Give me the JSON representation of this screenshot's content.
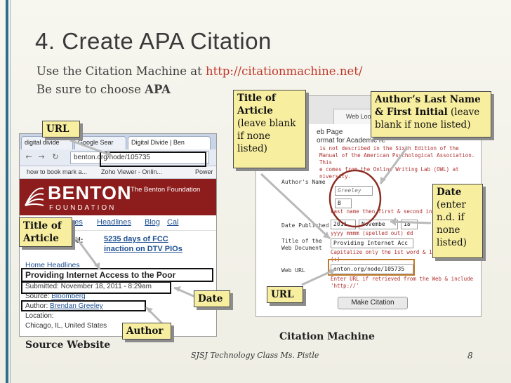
{
  "slide": {
    "title": "4. Create APA Citation",
    "line1_prefix": "Use the Citation Machine at ",
    "line1_url": "http://citationmachine.net/",
    "line2_prefix": "Be sure to choose ",
    "line2_bold": "APA",
    "footer": "SJSJ Technology Class Ms. Pistle",
    "page_number": "8"
  },
  "captions": {
    "source": "Source Website",
    "machine": "Citation Machine"
  },
  "callouts": {
    "url_left": "URL",
    "title_left_1": "Title of",
    "title_left_2": "Article",
    "date_left": "Date",
    "author_left": "Author",
    "title_right_1": "Title of",
    "title_right_2": "Article",
    "title_right_note_1": "(leave blank",
    "title_right_note_2": "if none",
    "title_right_note_3": "listed)",
    "author_right_bold_1": "Author’s Last Name",
    "author_right_bold_2": "& First Initial",
    "author_right_note_1": " (leave",
    "author_right_note_2": "blank if none listed)",
    "date_right_1": "Date",
    "date_right_2": "(enter",
    "date_right_3": "n.d. if",
    "date_right_4": "none",
    "date_right_5": "listed)",
    "url_right": "URL"
  },
  "browser": {
    "tab1": "digital divide",
    "tab2": "Google Sear",
    "tab3": "Digital Divide | Ben",
    "address": "benton.org/node/105735",
    "bookmark1": "how to book mark a...",
    "bookmark2": "Zoho Viewer - Onlin...",
    "bookmark3": "Power",
    "back_icon": "←",
    "forward_icon": "→",
    "reload_icon": "↻"
  },
  "website": {
    "logo": "BENTON",
    "logo_sub": "FOUNDATION",
    "tagline": "The Benton Foundation",
    "menu1": "Initiatives",
    "menu2": "Headlines",
    "menu3": "Blog",
    "menu4": "Cal",
    "featured_suffix": "ed:",
    "fcc_line1": "5235 days of FCC",
    "fcc_line2": "inaction on DTV PIOs",
    "home_headlines": "Home Headlines",
    "article_title": "Providing Internet Access to the Poor",
    "submitted": "Submitted: November 18, 2011 - 8:29am",
    "source_label": "Source:",
    "source_value": "Bloomberg",
    "author_label": "Author:",
    "author_value": "Brendan Greeley",
    "location_label": "Location:",
    "location_value": "Chicago, IL, United States"
  },
  "citation_machine": {
    "tab_label": "Web Lookup",
    "heading_1": "eb Page",
    "heading_2": "ormat for Academic re",
    "warn_1": "is not described in the Sixth Edition of the",
    "warn_2": "Manual of the American Psychological Association. This",
    "warn_3": "e comes from the Online Writing Lab (OWL) at",
    "warn_4": "niversity.",
    "author_name_label": "Author's Name",
    "author_field_1": "Greeley",
    "author_field_2": "B",
    "author_hint": "Last name then first & second initi",
    "date_label": "Date Published",
    "date_year": "2011",
    "date_month": "Novembe",
    "date_day": "18",
    "date_hint": "yyyy mmmm (spelled out) dd",
    "title_label_1": "Title of the",
    "title_label_2": "Web Document",
    "title_field": "Providing Internet Acc",
    "title_hint_1": "Capitalize only the 1st word & 1",
    "title_hint_2": "(:)",
    "url_label": "Web URL",
    "url_field": "enton.org/node/105735",
    "url_hint_1": "Enter URL if retrieved from the Web & include",
    "url_hint_2": "'http://'",
    "button": "Make Citation"
  },
  "colors": {
    "accent_rule": "#2e6e8c",
    "url_text": "#c0392b",
    "callout_fill": "#f7eea0",
    "banner": "#8d1c1c",
    "circle_highlight": "#8b2e23"
  }
}
